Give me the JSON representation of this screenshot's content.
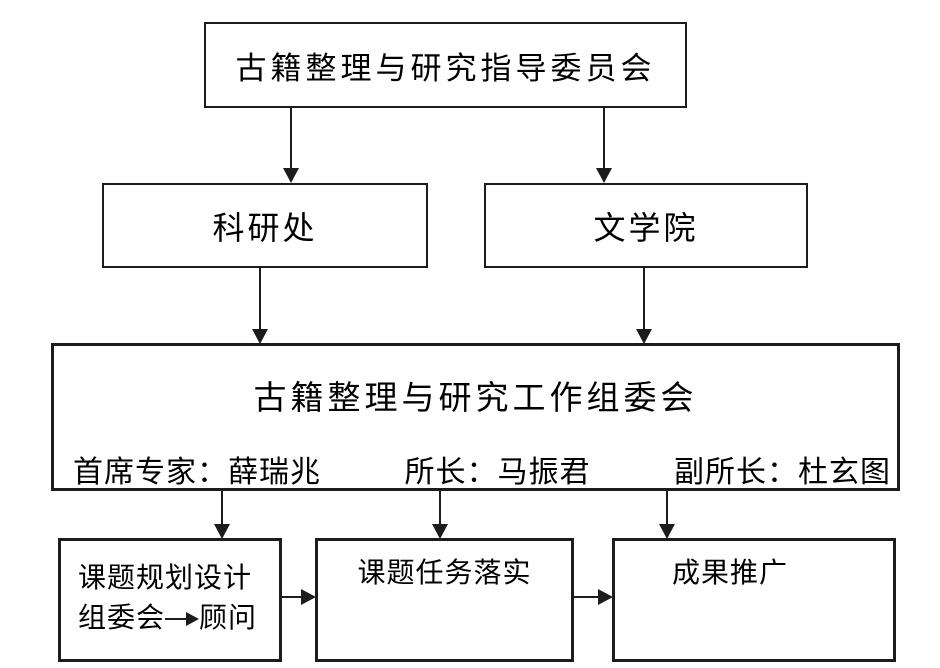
{
  "colors": {
    "background": "#ffffff",
    "line": "#1c1c1c",
    "text": "#000000"
  },
  "nodes": {
    "guidance_committee": {
      "label": "古籍整理与研究指导委员会"
    },
    "research_office": {
      "label": "科研处"
    },
    "literature_school": {
      "label": "文学院"
    },
    "working_committee": {
      "title": "古籍整理与研究工作组委会",
      "chief_expert": "首席专家：薛瑞兆",
      "director": "所长：马振君",
      "deputy_director": "副所长：杜玄图"
    },
    "topic_planning": {
      "line1": "课题规划设计",
      "line2_left": "组委会",
      "line2_right": "顾问"
    },
    "task_implementation": {
      "label": "课题任务落实"
    },
    "result_promotion": {
      "label": "成果推广"
    }
  }
}
